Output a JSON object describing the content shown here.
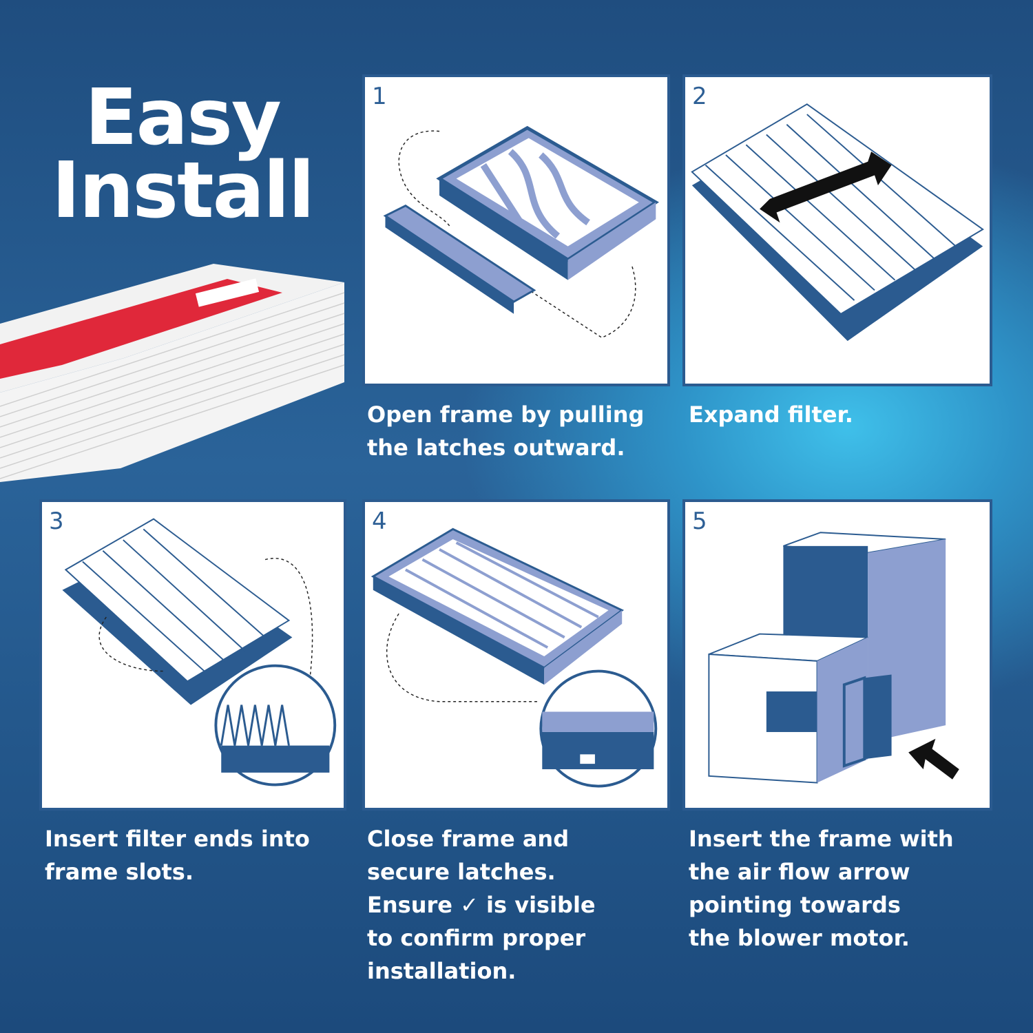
{
  "title": {
    "line1": "Easy",
    "line2": "Install"
  },
  "steps": [
    {
      "number": "1",
      "caption": [
        "Open frame by pulling",
        "the latches outward."
      ]
    },
    {
      "number": "2",
      "caption": [
        "Expand filter."
      ]
    },
    {
      "number": "3",
      "caption": [
        "Insert filter ends into",
        "frame slots."
      ]
    },
    {
      "number": "4",
      "caption": [
        "Close frame and",
        "secure latches.",
        "Ensure ✓ is visible",
        "to confirm proper",
        "installation."
      ]
    },
    {
      "number": "5",
      "caption": [
        "Insert the frame with",
        "the air flow arrow",
        "pointing towards",
        "the blower motor."
      ]
    }
  ],
  "colors": {
    "frame_blue": "#2b5b90",
    "frame_light": "#8d9fd0",
    "package_red": "#e0283a"
  }
}
